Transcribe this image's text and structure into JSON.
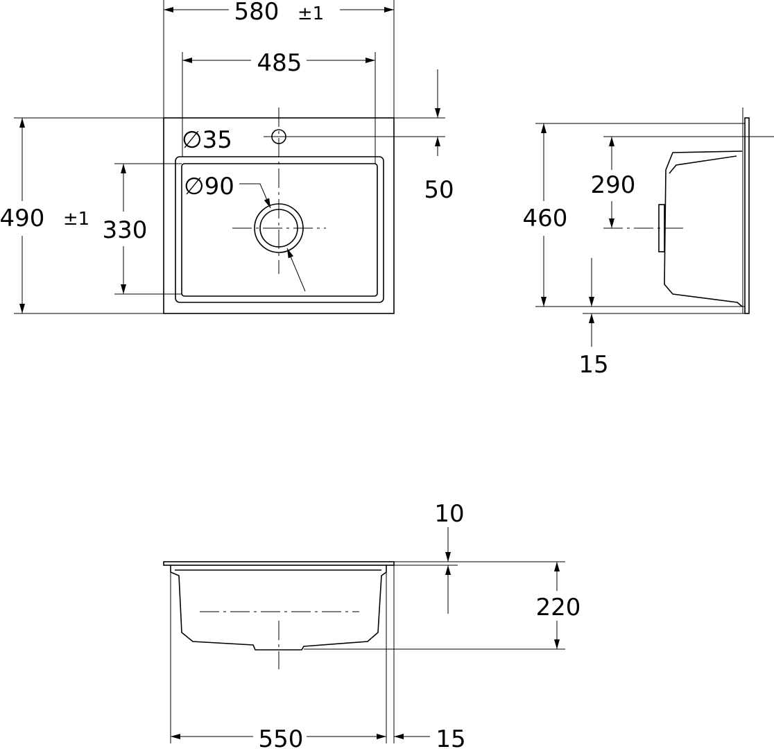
{
  "colors": {
    "line": "#000000",
    "background": "#ffffff"
  },
  "top_view": {
    "width": "580",
    "width_tol": "±1",
    "inner_width": "485",
    "depth": "490",
    "depth_tol": "±1",
    "bowl_depth": "330",
    "tap_offset": "50",
    "tap_hole": "∅35",
    "drain": "∅90"
  },
  "side_view": {
    "bowl_length": "460",
    "drain_offset": "290",
    "rim": "15"
  },
  "front_view": {
    "rim_thickness": "10",
    "bowl_height": "220",
    "bowl_width": "550",
    "edge": "15"
  }
}
